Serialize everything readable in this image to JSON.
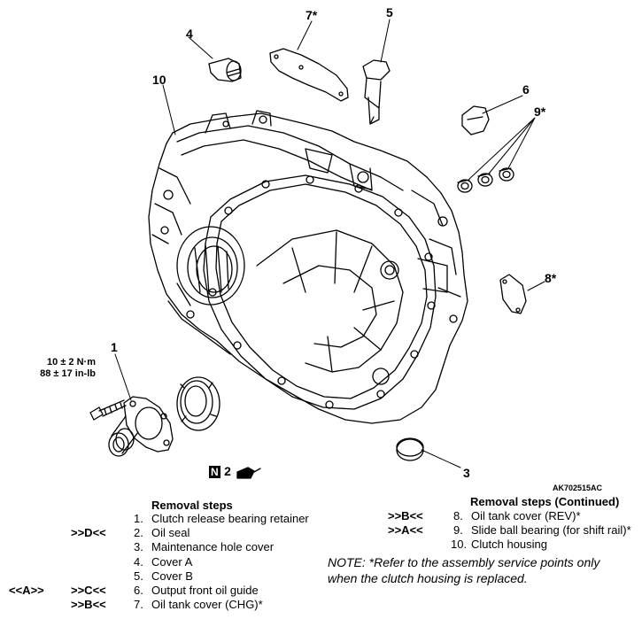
{
  "callouts": {
    "c1": "1",
    "c2": "2",
    "c3": "3",
    "c4": "4",
    "c5": "5",
    "c6": "6",
    "c7": "7*",
    "c8": "8*",
    "c9": "9*",
    "c10": "10"
  },
  "torque": {
    "metric": "10 ± 2 N·m",
    "imperial": "88 ± 17 in-lb"
  },
  "figure_id": "AK702515AC",
  "oil_seal_mark": "N",
  "removal_steps": {
    "heading": "Removal steps",
    "items": [
      {
        "marker_left": "",
        "marker": "",
        "num": "1.",
        "label": "Clutch release bearing retainer"
      },
      {
        "marker_left": "",
        "marker": ">>D<<",
        "num": "2.",
        "label": "Oil seal"
      },
      {
        "marker_left": "",
        "marker": "",
        "num": "3.",
        "label": "Maintenance hole cover"
      },
      {
        "marker_left": "",
        "marker": "",
        "num": "4.",
        "label": "Cover A"
      },
      {
        "marker_left": "",
        "marker": "",
        "num": "5.",
        "label": "Cover B"
      },
      {
        "marker_left": "<<A>>",
        "marker": ">>C<<",
        "num": "6.",
        "label": "Output front oil guide"
      },
      {
        "marker_left": "",
        "marker": ">>B<<",
        "num": "7.",
        "label": "Oil tank cover (CHG)*"
      }
    ]
  },
  "removal_steps_continued": {
    "heading": "Removal steps (Continued)",
    "items": [
      {
        "marker": ">>B<<",
        "num": "8.",
        "label": "Oil tank cover (REV)*"
      },
      {
        "marker": ">>A<<",
        "num": "9.",
        "label": "Slide ball bearing (for shift rail)*"
      },
      {
        "marker": "",
        "num": "10.",
        "label": "Clutch housing"
      }
    ]
  },
  "note": {
    "line1": "NOTE: *Refer to the assembly service points only",
    "line2": "when the clutch housing is replaced."
  }
}
